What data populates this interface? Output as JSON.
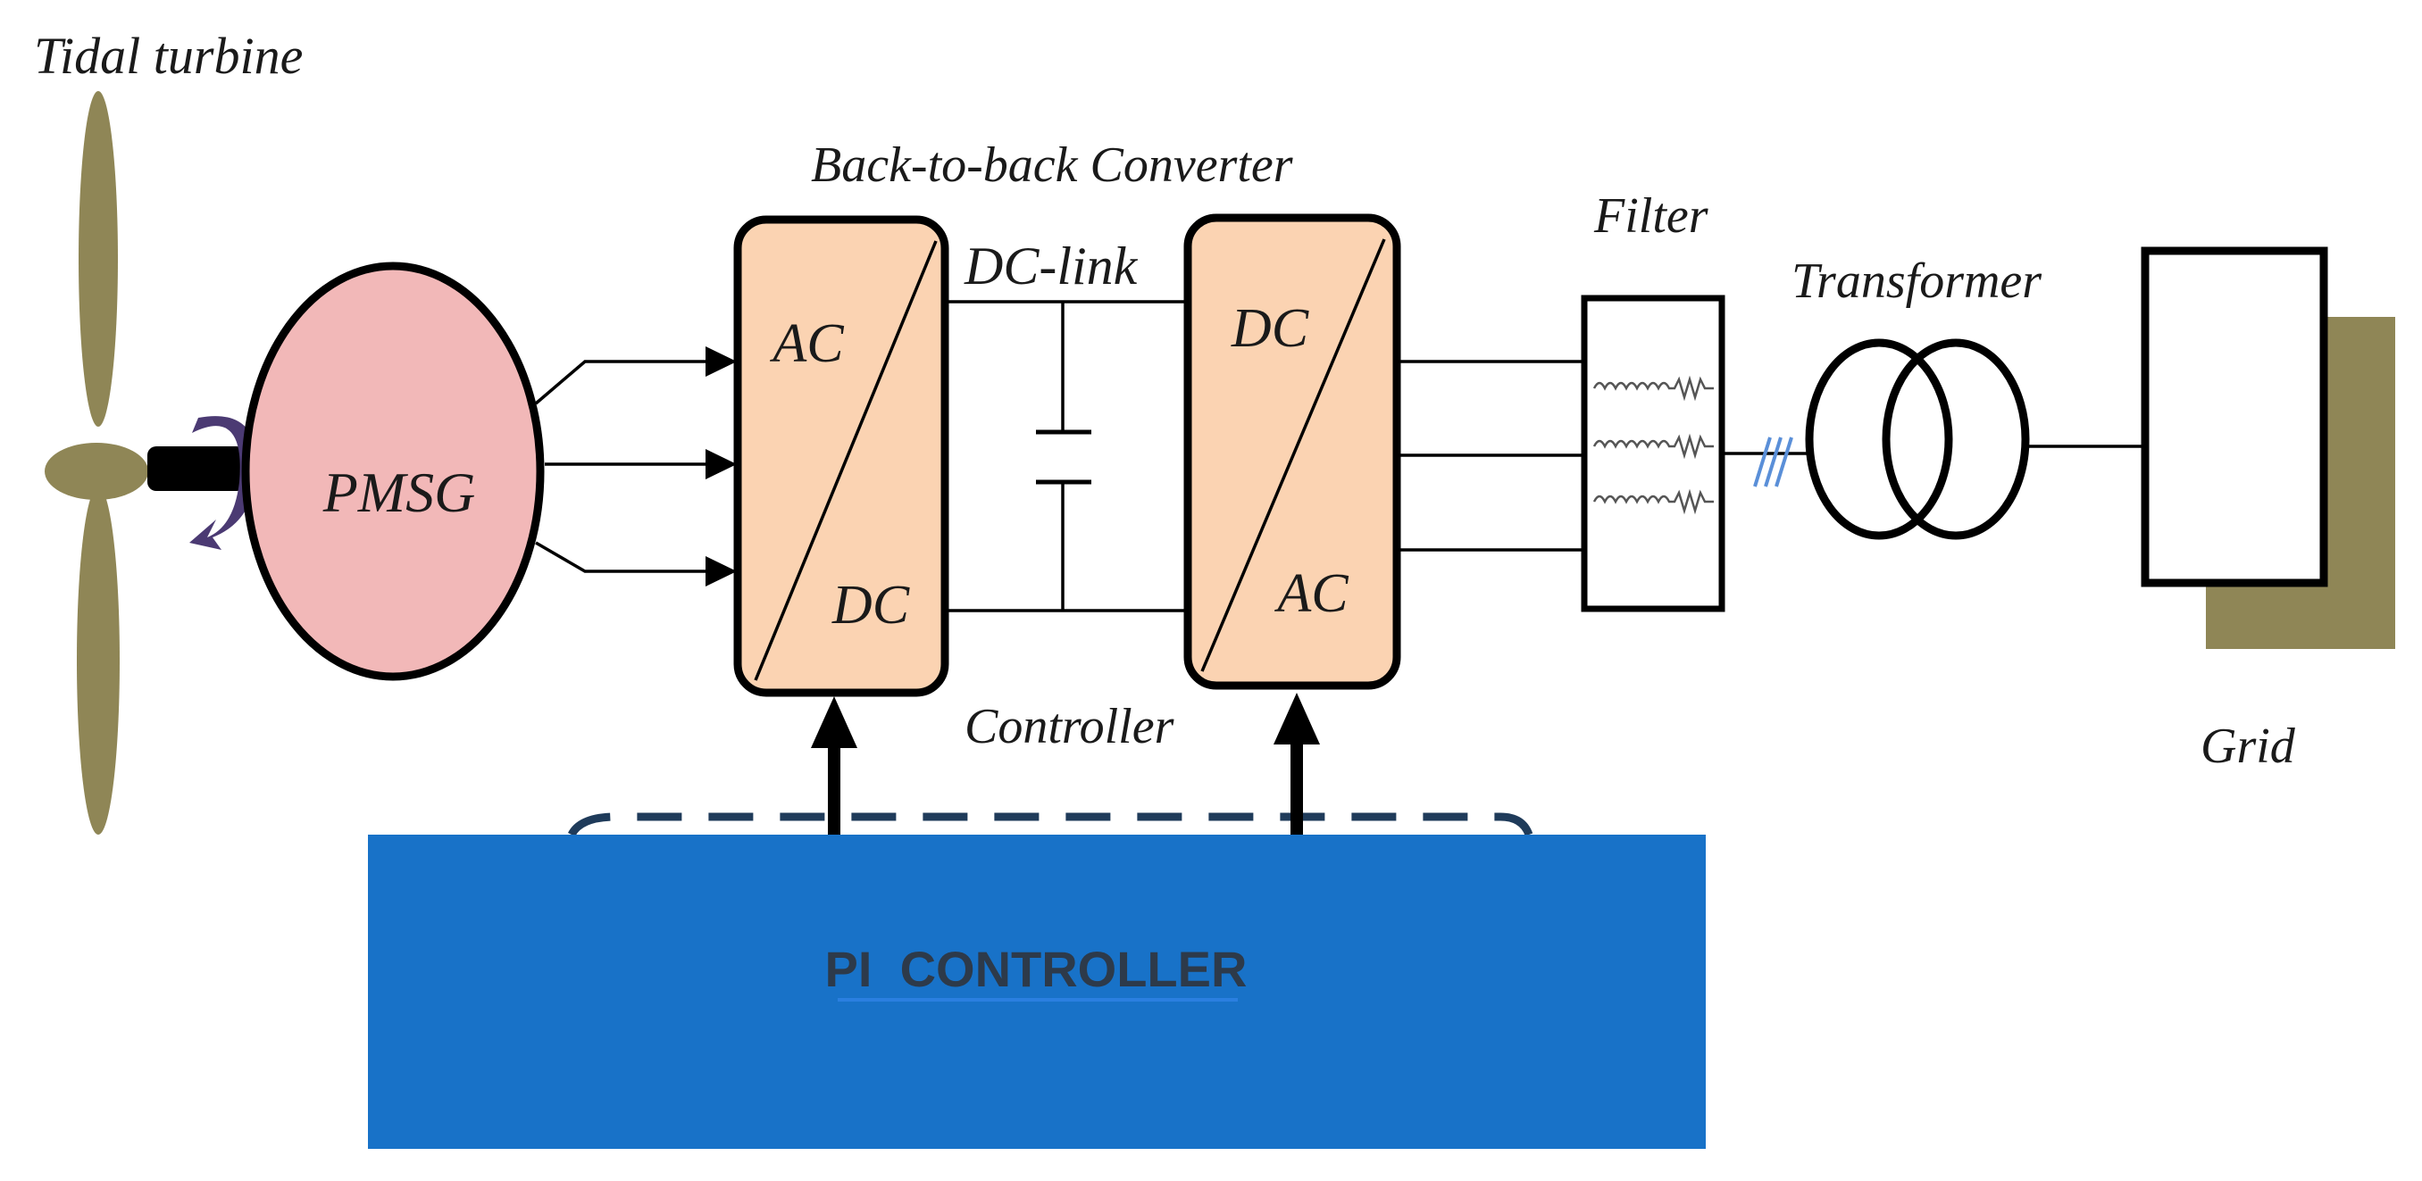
{
  "labels": {
    "tidal_turbine": "Tidal turbine",
    "back_to_back": "Back-to-back Converter",
    "dc_link": "DC-link",
    "filter": "Filter",
    "transformer": "Transformer",
    "pmsg": "PMSG",
    "rectifier_top": "AC",
    "rectifier_bottom": "DC",
    "inverter_top": "DC",
    "inverter_bottom": "AC",
    "controller": "Controller",
    "grid": "Grid",
    "pi_controller": "PI  CONTROLLER"
  },
  "colors": {
    "turbine_blade": "#8f8656",
    "generator_fill": "#f2b8b8",
    "converter_fill": "#fbd3b2",
    "controller_fill": "#1872c8",
    "grid_shadow": "#8f8656",
    "rotation_arrow": "#4b3a73",
    "line": "#000000",
    "pi_text": "#2d3a4a",
    "pi_underline": "#2a7fe0"
  }
}
